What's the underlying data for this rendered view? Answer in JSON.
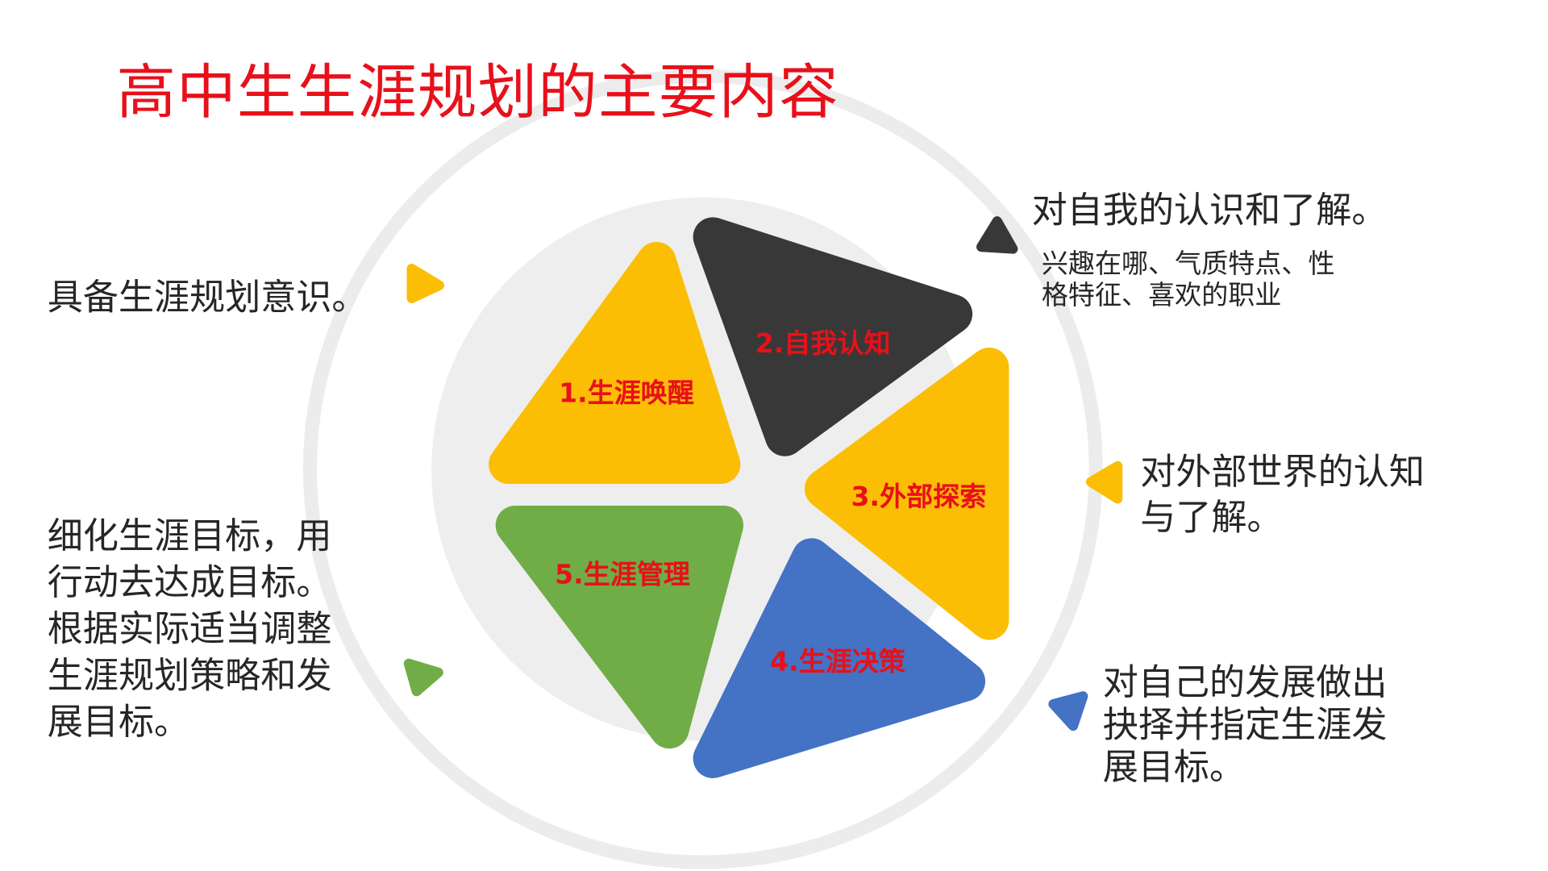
{
  "title": "高中生生涯规划的主要内容",
  "colors": {
    "yellow": "#fbbe05",
    "dark": "#383838",
    "blue": "#4472c4",
    "green": "#70ad47",
    "red": "#e8101a"
  },
  "segments": [
    {
      "label": "1.生涯唤醒",
      "desc": [
        "具备生涯规划意识。"
      ]
    },
    {
      "label": "2.自我认知",
      "desc": [
        "对自我的认识和了解。"
      ],
      "detail": [
        "兴趣在哪、气质特点、性",
        "格特征、喜欢的职业"
      ]
    },
    {
      "label": "3.外部探索",
      "desc": [
        "对外部世界的认知",
        "与了解。"
      ]
    },
    {
      "label": "4.生涯决策",
      "desc": [
        "对自己的发展做出",
        "抉择并指定生涯发",
        "展目标。"
      ]
    },
    {
      "label": "5.生涯管理",
      "desc": [
        "细化生涯目标，用",
        "行动去达成目标。",
        "根据实际适当调整",
        "生涯规划策略和发",
        "展目标。"
      ]
    }
  ]
}
